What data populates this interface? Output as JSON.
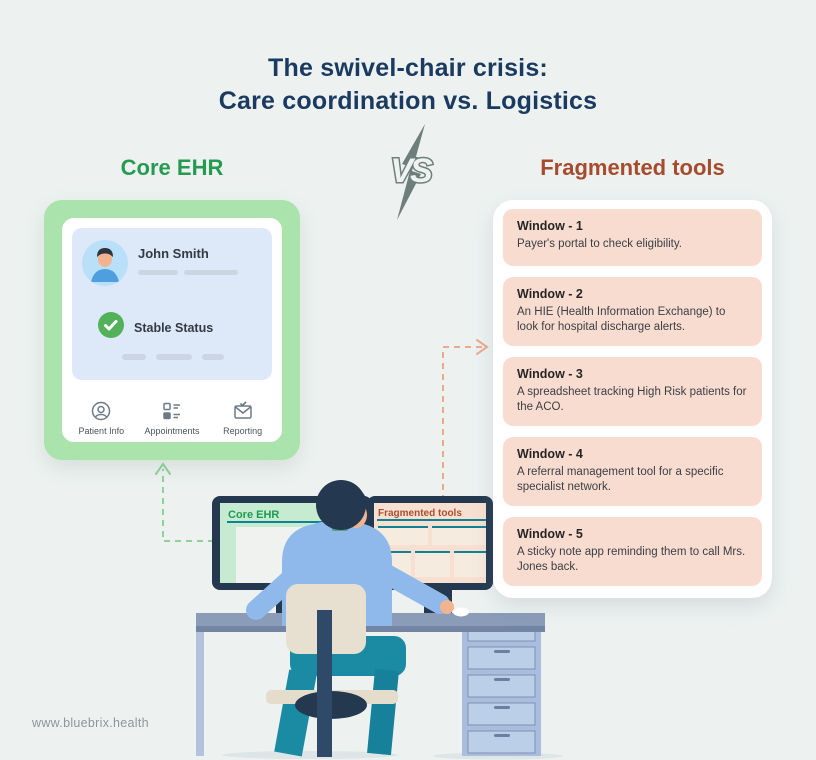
{
  "title": {
    "line1": "The swivel-chair crisis:",
    "line2": "Care coordination vs. Logistics"
  },
  "left_section": {
    "heading": "Core EHR"
  },
  "versus": {
    "label": "VS"
  },
  "right_section": {
    "heading": "Fragmented tools",
    "windows": [
      {
        "title": "Window - 1",
        "description": "Payer's portal to check eligibility."
      },
      {
        "title": "Window - 2",
        "description": "An HIE (Health Information Exchange) to look for hospital discharge alerts."
      },
      {
        "title": "Window - 3",
        "description": "A spreadsheet tracking High Risk patients for the ACO."
      },
      {
        "title": "Window - 4",
        "description": "A referral management tool for a specific specialist network."
      },
      {
        "title": "Window - 5",
        "description": "A sticky note app reminding them to call Mrs. Jones back."
      }
    ]
  },
  "ehr_card": {
    "patient_name": "John Smith",
    "status": "Stable Status",
    "nav": [
      {
        "label": "Patient Info",
        "icon": "person-circle-icon"
      },
      {
        "label": "Appointments",
        "icon": "board-list-icon"
      },
      {
        "label": "Reporting",
        "icon": "envelope-check-icon"
      }
    ]
  },
  "monitors": {
    "left_label": "Core EHR",
    "right_label": "Fragmented tools"
  },
  "footer": {
    "url": "www.bluebrix.health"
  },
  "colors": {
    "background": "#edf2f1",
    "title_navy": "#1a3a60",
    "accent_green": "#279a51",
    "accent_brown": "#a64c2d",
    "card_green": "#aae3ac",
    "peach_box": "#f8dcd0",
    "teal_underline": "#0f8391",
    "monitor_navy": "#24384f",
    "arrow_green": "#8ed29a",
    "arrow_peach": "#ecaa8d",
    "status_check_green": "#52b159"
  }
}
